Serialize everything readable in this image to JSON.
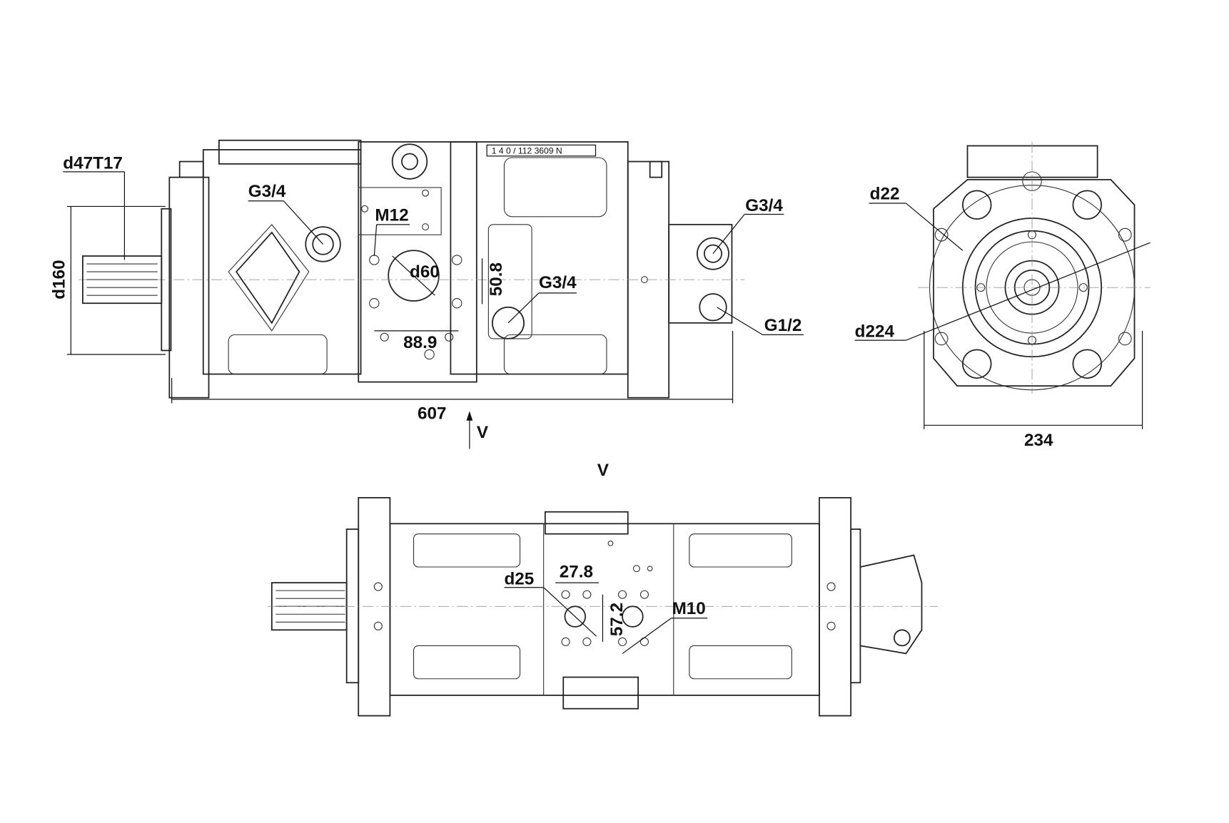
{
  "front_view": {
    "shaft_spline": "d47T17",
    "flange_diameter": "d160",
    "port_left": "G3/4",
    "thread_top": "M12",
    "port_bore": "d60",
    "port_spacing_vertical": "50.8",
    "port_mid": "G3/4",
    "port_spacing_horizontal": "88.9",
    "port_right_top": "G3/4",
    "port_right_bottom": "G1/2",
    "overall_length": "607",
    "view_arrow": "V",
    "nameplate": "1 4 0 / 112 3609 N"
  },
  "side_view": {
    "bolt_hole": "d22",
    "pitch_diameter": "d224",
    "width": "234"
  },
  "bottom_view": {
    "title": "V",
    "port_bore": "d25",
    "spacing_horizontal": "27.8",
    "spacing_vertical": "57.2",
    "thread": "M10"
  }
}
